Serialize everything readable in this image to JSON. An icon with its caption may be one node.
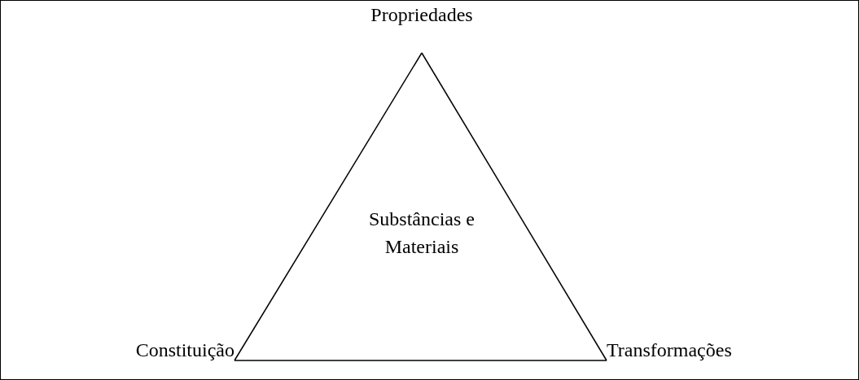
{
  "diagram": {
    "nodes": [
      {
        "text": [
          "Propriedades"
        ]
      },
      {
        "text": [
          "Constituição"
        ]
      },
      {
        "text": [
          "Transformações"
        ]
      }
    ],
    "edges": [
      {
        "from": 0,
        "to": 1,
        "arrow": "none"
      },
      {
        "from": 1,
        "to": 2,
        "arrow": "none"
      },
      {
        "from": 2,
        "to": 0,
        "arrow": "none"
      }
    ],
    "labels": [
      "Substâncias e Materiais"
    ]
  }
}
